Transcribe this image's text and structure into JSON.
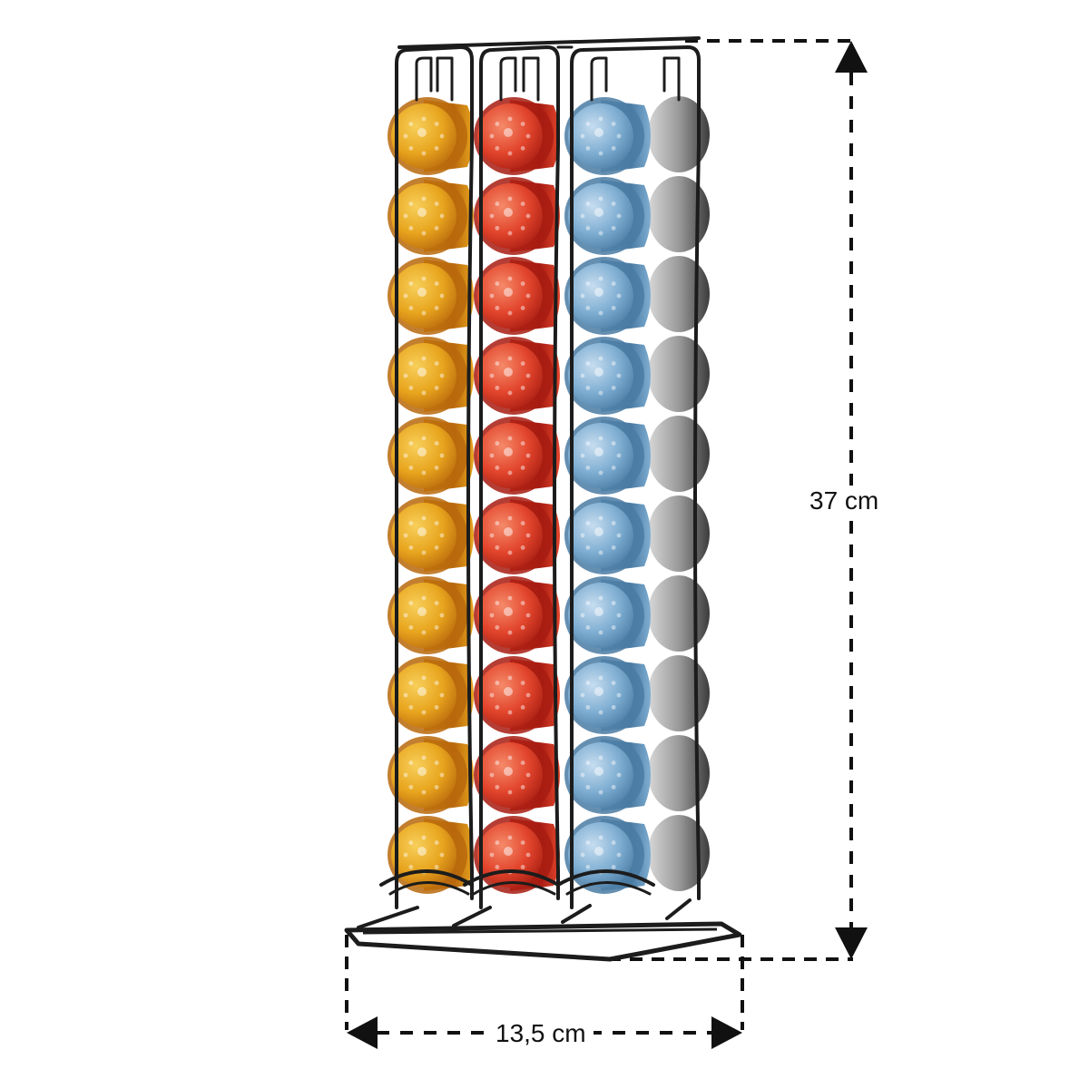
{
  "dimensions": {
    "height_label": "37 cm",
    "width_label": "13,5 cm"
  },
  "product": {
    "columns": [
      {
        "color_main": "#e8a51e",
        "color_light": "#f7cf5a",
        "color_dark": "#b9680c"
      },
      {
        "color_main": "#e2452c",
        "color_light": "#f58a6a",
        "color_dark": "#a71c12"
      },
      {
        "color_main": "#7faed2",
        "color_light": "#c6ddf0",
        "color_dark": "#4a7ba3"
      }
    ],
    "capsules_per_column": 10,
    "frame_color": "#1c1c1c",
    "back_capsule_color": "#9a9a9a"
  }
}
